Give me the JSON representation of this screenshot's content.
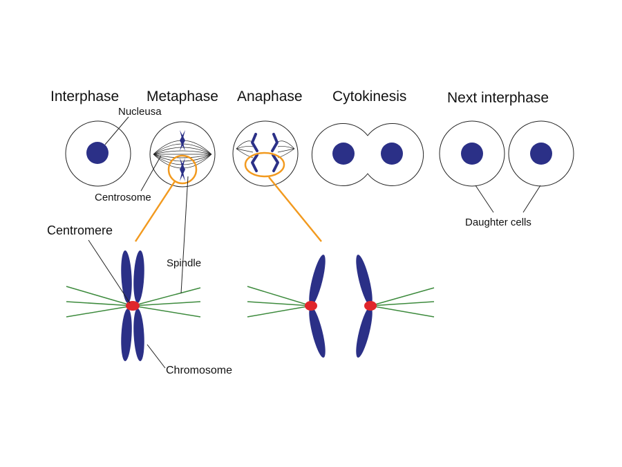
{
  "stages": {
    "interphase": "Interphase",
    "metaphase": "Metaphase",
    "anaphase": "Anaphase",
    "cytokinesis": "Cytokinesis",
    "next_interphase": "Next interphase"
  },
  "labels": {
    "nucleus": "Nucleusa",
    "centrosome": "Centrosome",
    "centromere": "Centromere",
    "spindle": "Spindle",
    "chromosome": "Chromosome",
    "daughter_cells": "Daughter cells"
  },
  "colors": {
    "nucleus": "#2b3087",
    "chromosome": "#2b3087",
    "centromere": "#e0262b",
    "spindle_fiber": "#3c8a3c",
    "zoom_highlight": "#f29a1f",
    "outline": "#222222"
  }
}
